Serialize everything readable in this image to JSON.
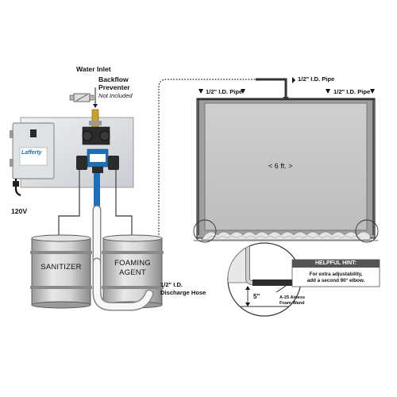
{
  "labels": {
    "water_inlet": "Water Inlet",
    "backflow_line1": "Backflow",
    "backflow_line2": "Preventer",
    "not_included": "Not Included",
    "voltage": "120V",
    "discharge_line1": "1/2\" I.D.",
    "discharge_line2": "Discharge Hose",
    "pipe_top": "1/2\" I.D. Pipe",
    "pipe_left": "1/2\" I.D. Pipe",
    "pipe_right": "1/2\" I.D. Pipe",
    "width": "< 6 ft. >",
    "height_5in": "5\"",
    "wand_line1": "A-25 Airless",
    "wand_line2": "Foam Wand"
  },
  "drums": {
    "left": "SANITIZER",
    "right_line1": "FOAMING",
    "right_line2": "AGENT"
  },
  "brand": "Lafferty",
  "hint": {
    "title": "HELPFUL HINT:",
    "line1": "For extra adjustability,",
    "line2": "add a second 90° elbow."
  },
  "colors": {
    "hose_blue": "#1e6fb8",
    "panel_gray": "#d9dcdf",
    "hint_header": "#555555",
    "foam": "#e6e6e6",
    "door_gray": "#c8c8c8"
  }
}
